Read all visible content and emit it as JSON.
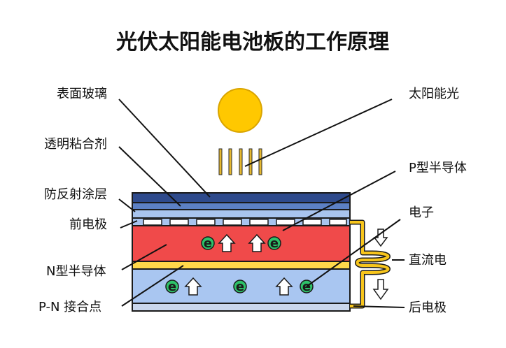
{
  "title": "光伏太阳能电池板的工作原理",
  "labels": {
    "surface_glass": "表面玻璃",
    "transparent_adhesive": "透明粘合剂",
    "anti_reflection": "防反射涂层",
    "front_electrode": "前电极",
    "n_semiconductor": "N型半导体",
    "pn_junction": "P-N 接合点",
    "sunlight": "太阳能光",
    "p_semiconductor": "P型半导体",
    "electron": "电子",
    "direct_current": "直流电",
    "back_electrode": "后电极"
  },
  "electron_symbol": "e",
  "colors": {
    "sun": "#FFC800",
    "sun_stroke": "#E0A800",
    "ray": "#C9A227",
    "glass": "#2E4A8C",
    "adhesive": "#5C80C4",
    "anti_reflection": "#A8C4EE",
    "p_layer": "#F04A4A",
    "junction": "#FFD84A",
    "n_layer": "#A9C6F1",
    "back_electrode": "#C9D6EC",
    "electron_fill": "#2EC26A",
    "wire": "#F7C51C"
  }
}
